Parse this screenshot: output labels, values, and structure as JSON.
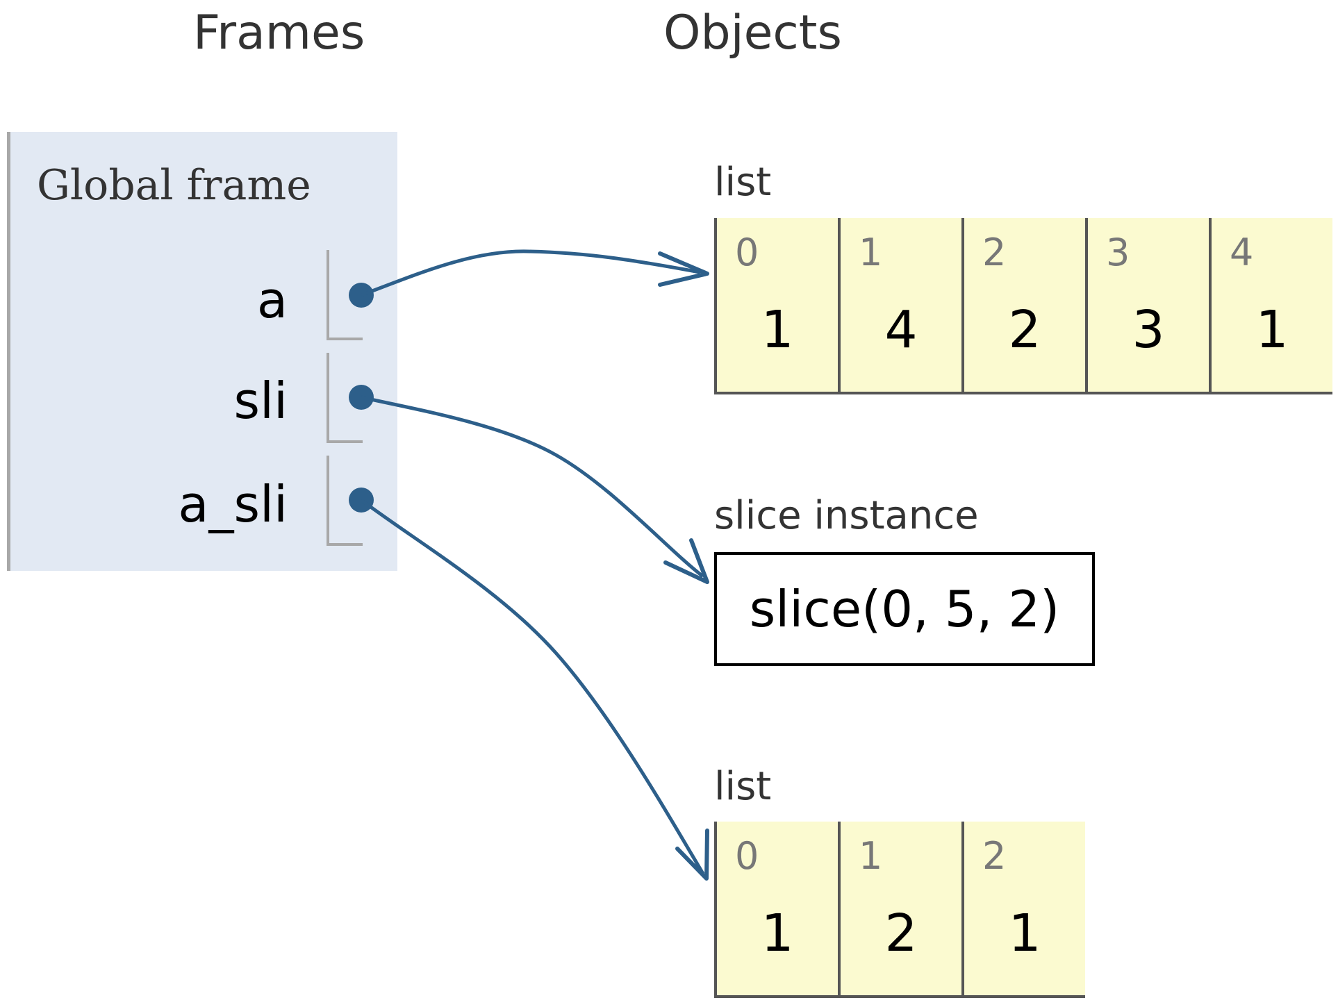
{
  "headers": {
    "frames": "Frames",
    "objects": "Objects"
  },
  "frame": {
    "title": "Global frame",
    "variables": [
      {
        "name": "a"
      },
      {
        "name": "sli"
      },
      {
        "name": "a_sli"
      }
    ]
  },
  "objects": {
    "list_a": {
      "label": "list",
      "items": [
        {
          "index": "0",
          "value": "1"
        },
        {
          "index": "1",
          "value": "4"
        },
        {
          "index": "2",
          "value": "2"
        },
        {
          "index": "3",
          "value": "3"
        },
        {
          "index": "4",
          "value": "1"
        }
      ]
    },
    "slice": {
      "label": "slice instance",
      "value": "slice(0, 5, 2)"
    },
    "list_a_sli": {
      "label": "list",
      "items": [
        {
          "index": "0",
          "value": "1"
        },
        {
          "index": "1",
          "value": "2"
        },
        {
          "index": "2",
          "value": "1"
        }
      ]
    }
  },
  "colors": {
    "arrow": "#2d5f8a",
    "frame_bg": "#e2e9f3",
    "list_bg": "#fbfad0"
  }
}
